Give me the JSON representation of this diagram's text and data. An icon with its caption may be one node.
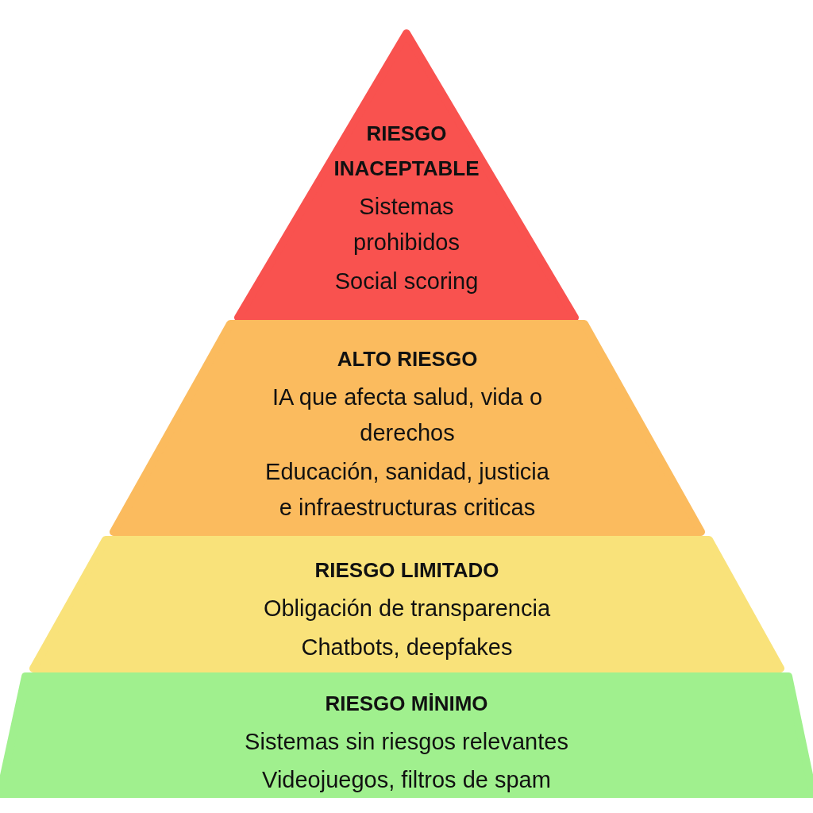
{
  "diagram": {
    "nodes": [
      {
        "text": [
          "RIESGO INACEPTABLE",
          "Sistemas prohibidos",
          "Social scoring"
        ]
      },
      {
        "text": [
          "ALTO RIESGO",
          "IA que afecta salud, vida o derechos",
          "Educación, sanidad, justicia e infraestructuras criticas"
        ]
      },
      {
        "text": [
          "RIESGO LIMITADO",
          "Obligación de transparencia",
          "Chatbots, deepfakes"
        ]
      },
      {
        "text": [
          "RIESGO MİNIMO",
          "Sistemas sin riesgos relevantes",
          "Videojuegos, filtros de spam"
        ]
      }
    ]
  }
}
